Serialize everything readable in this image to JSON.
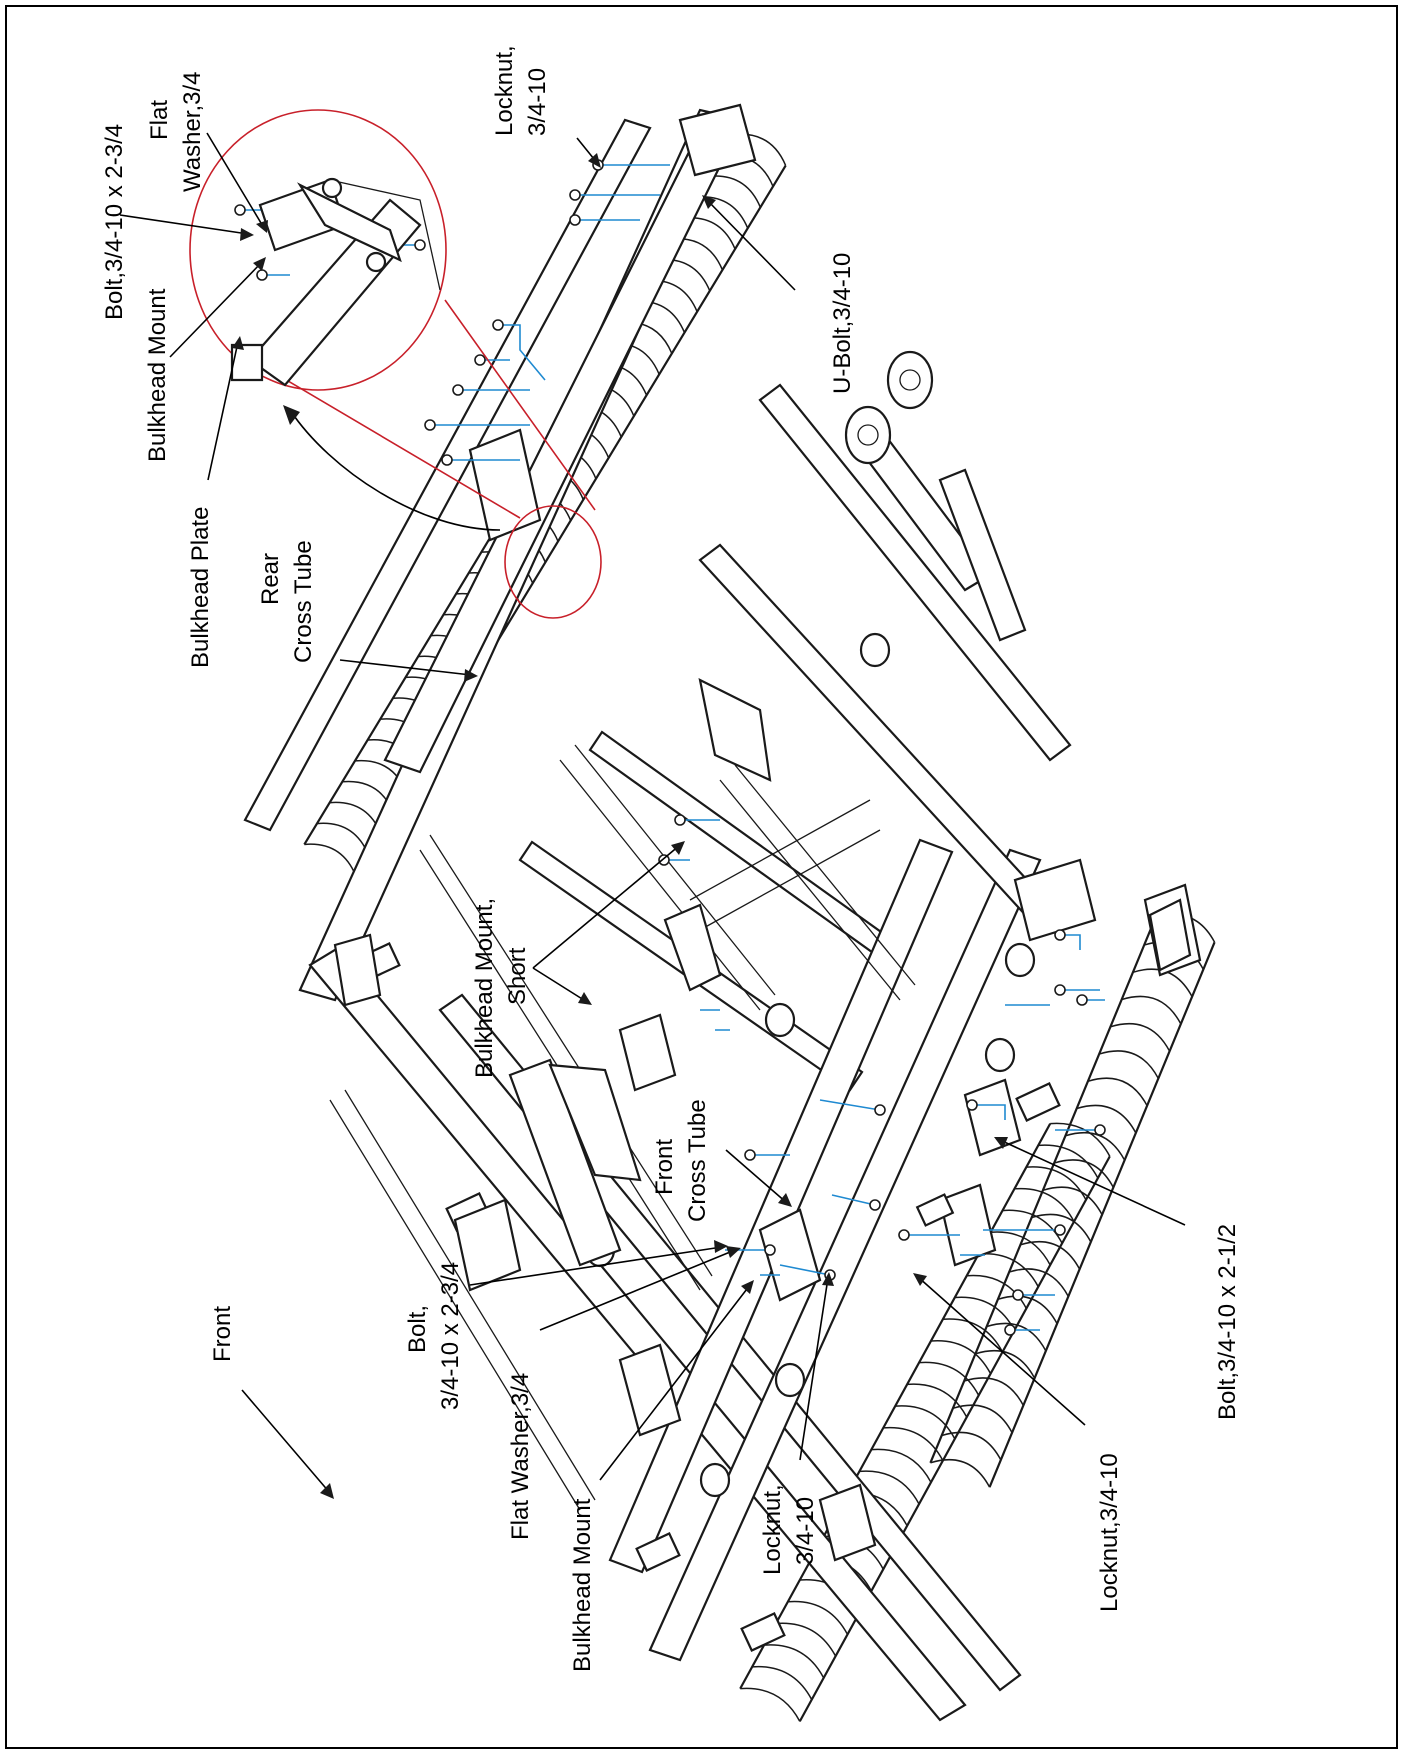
{
  "colors": {
    "line": "#1a1a1a",
    "fastener_highlight": "#1f8ad1",
    "callout_circle": "#c8202a",
    "background": "#ffffff"
  },
  "labels": {
    "front": "Front",
    "bolt_34_10_x_2_34_detail": "Bolt,3/4-10 x 2-3/4",
    "flat_washer_34_detail_l1": "Flat",
    "flat_washer_34_detail_l2": "Washer,3/4",
    "bulkhead_mount_detail": "Bulkhead Mount",
    "bulkhead_plate": "Bulkhead Plate",
    "rear_cross_tube_l1": "Rear",
    "rear_cross_tube_l2": "Cross Tube",
    "locknut_top_l1": "Locknut,",
    "locknut_top_l2": "3/4-10",
    "u_bolt": "U-Bolt,3/4-10",
    "bulkhead_mount_short_l1": "Bulkhead Mount,",
    "bulkhead_mount_short_l2": "Short",
    "front_cross_tube_l1": "Front",
    "front_cross_tube_l2": "Cross Tube",
    "bolt_front_l1": "Bolt,",
    "bolt_front_l2": "3/4-10 x 2-3/4",
    "flat_washer_front": "Flat Washer,3/4",
    "bulkhead_mount_bottom": "Bulkhead Mount",
    "locknut_front_l1": "Locknut,",
    "locknut_front_l2": "3/4-10",
    "bolt_34_10_x_2_12": "Bolt,3/4-10 x 2-1/2",
    "locknut_bottom": "Locknut,3/4-10"
  }
}
